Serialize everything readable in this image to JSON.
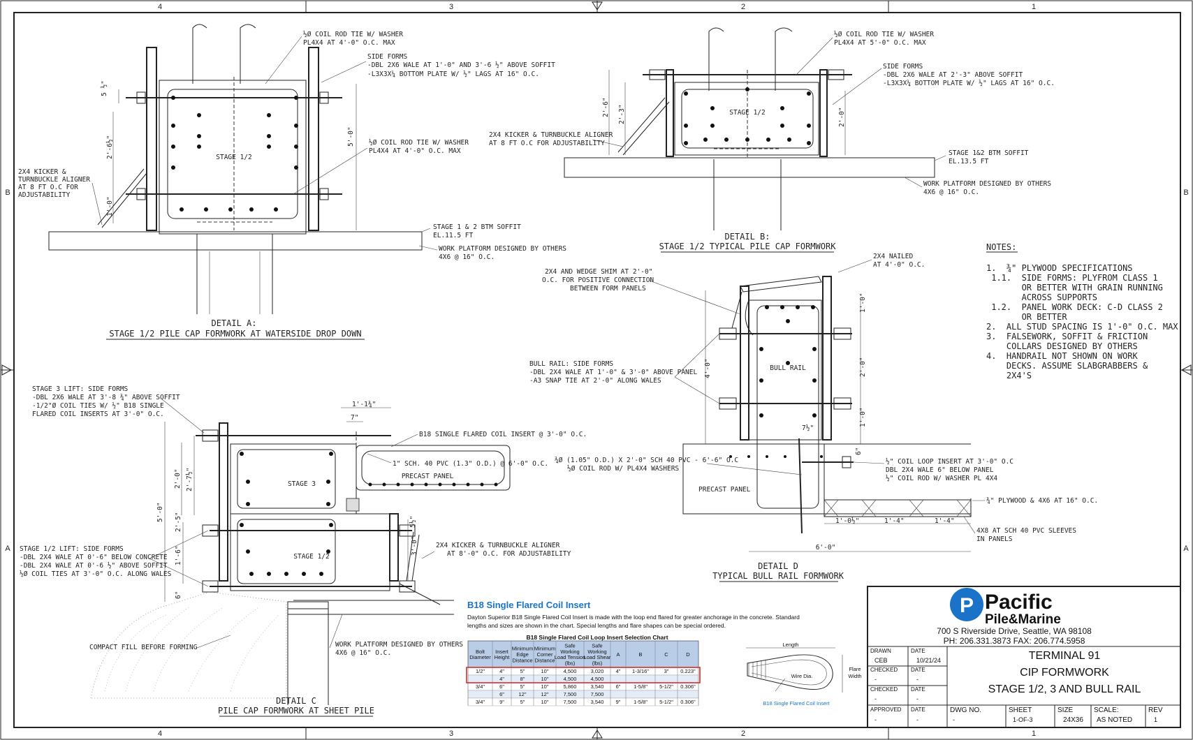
{
  "grid": {
    "cols": [
      "4",
      "3",
      "2",
      "1"
    ],
    "rows": [
      "B",
      "A"
    ]
  },
  "detail_a": {
    "title": "DETAIL A:",
    "subtitle": "STAGE 1/2 PILE CAP FORMWORK AT WATERSIDE DROP DOWN",
    "stage": "STAGE 1/2",
    "note_coil_top_1": "½Ø COIL ROD TIE W/ WASHER",
    "note_coil_top_2": "PL4X4 AT 4'-0\" O.C. MAX",
    "note_side_1": "SIDE FORMS",
    "note_side_2": "-DBL 2X6 WALE AT 1'-0\" AND 3'-6 ½\" ABOVE SOFFIT",
    "note_side_3": "-L3X3X¼ BOTTOM PLATE W/ ½\" LAGS AT 16\" O.C.",
    "note_coil_mid_1": "½Ø COIL ROD TIE W/ WASHER",
    "note_coil_mid_2": "PL4X4 AT 4'-0\" O.C. MAX",
    "note_kicker_1": "2X4 KICKER &",
    "note_kicker_2": "TURNBUCKLE ALIGNER",
    "note_kicker_3": "AT 8 FT O.C FOR",
    "note_kicker_4": "ADJUSTABILITY",
    "note_soffit_1": "STAGE 1 & 2  BTM SOFFIT",
    "note_soffit_2": "EL.11.5 FT",
    "note_wp_1": "WORK PLATFORM DESIGNED BY OTHERS",
    "note_wp_2": "4X6 @ 16\" O.C.",
    "dim_1": "5 ½\"",
    "dim_2": "2'-6½\"",
    "dim_3": "1'-0\"",
    "dim_4": "5'-0\""
  },
  "detail_b": {
    "title": "DETAIL B:",
    "subtitle": "STAGE 1/2 TYPICAL PILE CAP FORMWORK",
    "stage": "STAGE 1/2",
    "note_coil_1": "½Ø COIL ROD TIE W/ WASHER",
    "note_coil_2": "PL4X4 AT 5'-0\" O.C. MAX",
    "note_side_1": "SIDE FORMS",
    "note_side_2": "-DBL 2X6 WALE AT 2'-3\" ABOVE SOFFIT",
    "note_side_3": "-L3X3X¼ BOTTOM PLATE W/ ½\" LAGS AT 16\" O.C.",
    "note_kicker_1": "2X4 KICKER & TURNBUCKLE ALIGNER",
    "note_kicker_2": "AT 8 FT O.C FOR ADJUSTABILITY",
    "note_soffit_1": "STAGE 1&2  BTM SOFFIT",
    "note_soffit_2": "EL.13.5 FT",
    "note_wp_1": "WORK PLATFORM DESIGNED BY OTHERS",
    "note_wp_2": "4X6 @ 16\" O.C.",
    "dim_1": "2'-6\"",
    "dim_2": "2'-3\"",
    "dim_3": "2'-0\""
  },
  "detail_c": {
    "title": "DETAIL C",
    "subtitle": "PILE CAP FORMWORK AT SHEET PILE",
    "stage3": "STAGE 3",
    "stage12": "STAGE 1/2",
    "precast": "PRECAST PANEL",
    "note_s3_1": "STAGE 3 LIFT: SIDE FORMS",
    "note_s3_2": "-DBL 2X6 WALE AT 3'-8 ¾\" ABOVE SOFFIT",
    "note_s3_3": "-1/2\"Ø COIL TIES W/ ½\" B18 SINGLE",
    "note_s3_4": "FLARED COIL INSERTS AT 3'-0\" O.C.",
    "note_b18": "B18 SINGLE FLARED COIL INSERT @ 3'-0\" O.C.",
    "note_pvc": "1\" SCH. 40 PVC (1.3\" O.D.) @ 6'-0\" O.C.",
    "note_s12_1": "STAGE 1/2 LIFT: SIDE FORMS",
    "note_s12_2": "-DBL 2X4 WALE AT 0'-6\" BELOW CONCRETE",
    "note_s12_3": "-DBL 2X4 WALE AT 0'-6 ½\" ABOVE SOFFIT",
    "note_s12_4": "½Ø COIL TIES AT 3'-0\" O.C. ALONG WALES",
    "note_kicker_1": "2X4 KICKER & TURNBUCKLE ALIGNER",
    "note_kicker_2": "AT 8'-0\" O.C. FOR ADJUSTABILITY",
    "note_fill": "COMPACT FILL BEFORE FORMING",
    "note_wp_1": "WORK PLATFORM DESIGNED BY OTHERS",
    "note_wp_2": "4X6 @ 16\" O.C.",
    "dim_1": "1'-1¾\"",
    "dim_2": "7\"",
    "dim_3": "2'-0\"",
    "dim_4": "2'-7½\"",
    "dim_5": "5'-0\"",
    "dim_6": "2'-5\"",
    "dim_7": "1'-6\"",
    "dim_8": "6\"",
    "dim_9": "3'-0\"",
    "dim_10": "5½\""
  },
  "detail_d": {
    "title": "DETAIL D",
    "subtitle": "TYPICAL BULL RAIL FORMWORK",
    "bull": "BULL RAIL",
    "precast": "PRECAST PANEL",
    "note_nailed_1": "2X4 NAILED",
    "note_nailed_2": "AT 4'-0\" O.C.",
    "note_wedge_1": "2X4 AND WEDGE SHIM AT 2'-0\"",
    "note_wedge_2": "O.C. FOR POSITIVE CONNECTION",
    "note_wedge_3": "BETWEEN FORM PANELS",
    "note_side_1": "BULL RAIL: SIDE FORMS",
    "note_side_2": "-DBL 2X4 WALE AT 1'-0\" & 3'-0\" ABOVE PANEL",
    "note_side_3": "-A3 SNAP TIE AT 2'-0\" ALONG WALES",
    "note_pvc_1": "¾Ø (1.05\" O.D.) X 2'-0\" SCH 40 PVC - 6'-6\" O.C",
    "note_pvc_2": "½Ø COIL ROD W/ PL4X4 WASHERS",
    "note_loop_1": "½\" COIL LOOP INSERT AT 3'-0\" O.C",
    "note_loop_2": "DBL 2X4 WALE 6\" BELOW PANEL",
    "note_loop_3": "½\" COIL ROD W/ WASHER PL 4X4",
    "note_ply": "¾\" PLYWOOD & 4X6 AT 16\" O.C.",
    "note_sleeve_1": "4X8 AT SCH 40 PVC SLEEVES",
    "note_sleeve_2": "IN PANELS",
    "dim_1": "1'-0\"",
    "dim_2": "4'-0\"",
    "dim_3": "2'-0\"",
    "dim_4": "1'-0\"",
    "dim_5": "7½\"",
    "dim_6": "6\"",
    "dim_7": "1'-0½\"",
    "dim_8": "1'-4\"",
    "dim_9": "1'-4\"",
    "dim_10": "6'-0\""
  },
  "notes": {
    "heading": "NOTES:",
    "lines": [
      "1.  ¾\" PLYWOOD SPECIFICATIONS",
      " 1.1.  SIDE FORMS: PLYFROM CLASS 1",
      "       OR BETTER WITH GRAIN RUNNING",
      "       ACROSS SUPPORTS",
      " 1.2.  PANEL WORK DECK: C-D CLASS 2",
      "       OR BETTER",
      "2.  ALL STUD SPACING IS 1'-0\" O.C. MAX",
      "3.  FALSEWORK, SOFFIT & FRICTION",
      "    COLLARS DESIGNED BY OTHERS",
      "4.  HANDRAIL NOT SHOWN ON WORK",
      "    DECKS. ASSUME SLABGRABBERS &",
      "    2X4'S"
    ]
  },
  "insert": {
    "title": "B18 Single Flared Coil Insert",
    "desc_1": "Dayton Superior B18 Single Flared Coil Insert is made with the loop end flared for greater anchorage in the concrete.  Standard",
    "desc_2": "lengths and sizes are shown in the chart.  Special lengths and flare shapes can be special ordered.",
    "chart_title": "B18 Single Flared Coil Loop Insert Selection Chart",
    "headers": [
      [
        "Bolt",
        "Diameter"
      ],
      [
        "Insert",
        "Height"
      ],
      [
        "Minimum",
        "Edge",
        "Distance"
      ],
      [
        "Minimum",
        "Corner",
        "Distance"
      ],
      [
        "Safe",
        "Working",
        "Load Tension",
        "(lbs)"
      ],
      [
        "Safe",
        "Working",
        "Load Shear",
        "(lbs)"
      ],
      [
        "A"
      ],
      [
        "B"
      ],
      [
        "C"
      ],
      [
        "D"
      ]
    ],
    "rows": [
      [
        "1/2\"",
        "4\"",
        "5\"",
        "10\"",
        "4,500",
        "3,020",
        "4\"",
        "1-3/16\"",
        "3\"",
        "0.223\""
      ],
      [
        "",
        "4\"",
        "8\"",
        "10\"",
        "4,500",
        "4,500",
        "",
        "",
        "",
        ""
      ],
      [
        "3/4\"",
        "6\"",
        "5\"",
        "10\"",
        "5,860",
        "3,540",
        "6\"",
        "1-5/8\"",
        "5-1/2\"",
        "0.306\""
      ],
      [
        "",
        "6\"",
        "12\"",
        "12\"",
        "7,500",
        "7,500",
        "",
        "",
        "",
        ""
      ],
      [
        "3/4\"",
        "9\"",
        "5\"",
        "10\"",
        "7,500",
        "3,540",
        "9\"",
        "1-5/8\"",
        "5-1/2\"",
        "0.306\""
      ]
    ],
    "fig_length": "Length",
    "fig_wire": "Wire Dia.",
    "fig_flare_1": "Flare",
    "fig_flare_2": "Width",
    "fig_caption": "B18 Single Flared Coil Insert"
  },
  "titleblock": {
    "company_1": "Pacific",
    "company_2": "Pile&Marine",
    "address": "700 S Riverside Drive, Seattle, WA 98108",
    "phone": "PH: 206.331.3873  FAX: 206.774.5958",
    "drawn_label": "DRAWN",
    "drawn_value": "CEB",
    "date_label": "DATE",
    "drawn_date": "10/21/24",
    "checked_label": "CHECKED",
    "dash": "-",
    "approved_label": "APPROVED",
    "title_1": "TERMINAL 91",
    "title_2": "CIP FORMWORK",
    "title_3": "STAGE 1/2, 3 AND BULL RAIL",
    "dwg_label": "DWG NO.",
    "sheet_label": "SHEET",
    "sheet_value": "1-OF-3",
    "size_label": "SIZE",
    "size_value": "24X36",
    "scale_label": "SCALE:",
    "scale_value": "AS NOTED",
    "rev_label": "REV",
    "rev_value": "1"
  },
  "colors": {
    "ink": "#222222",
    "brand_blue": "#1a73c8",
    "highlight_red": "#d32f2f"
  }
}
